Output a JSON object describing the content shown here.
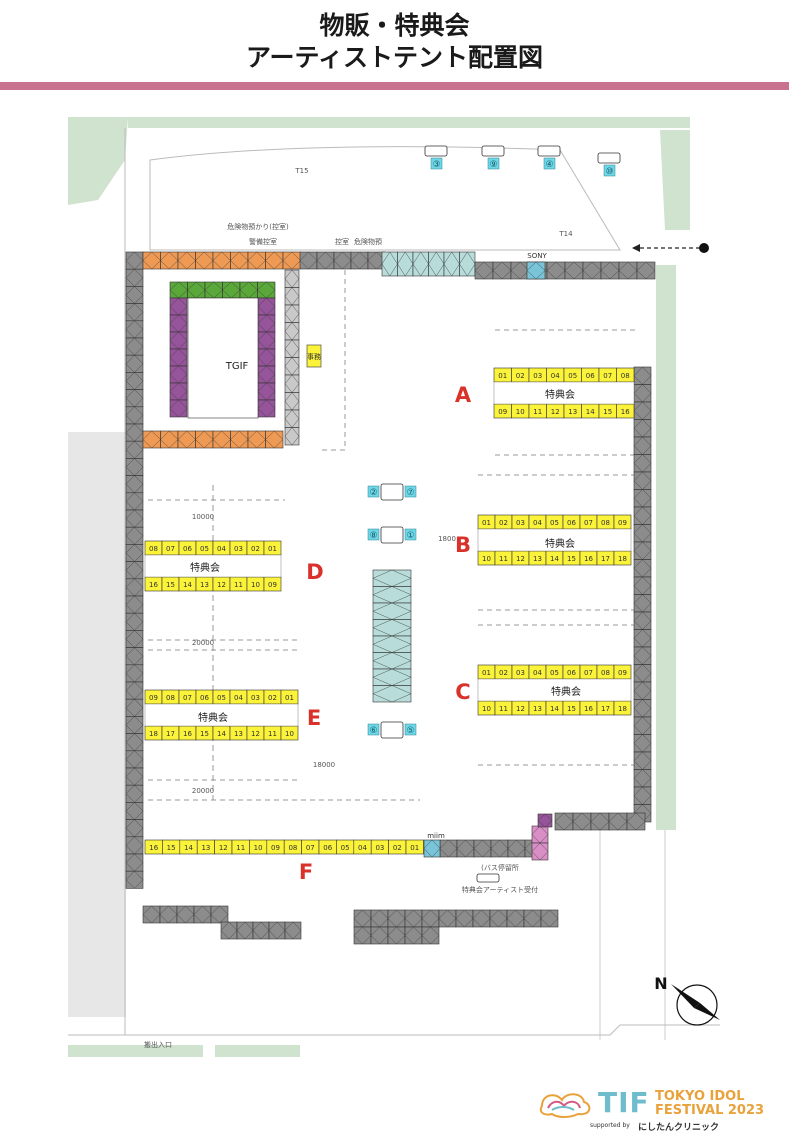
{
  "header": {
    "title_line1": "物販・特典会",
    "title_line2": "アーティストテント配置図"
  },
  "colors": {
    "accent_rule": "#c9728f",
    "booth_yellow": "#fbf23a",
    "tent_gray": "#8c8c8c",
    "tent_orange": "#ee9a55",
    "tent_green": "#5aa83a",
    "tent_purple": "#96549a",
    "tent_teal": "#b7dcd9",
    "area_label_red": "#d8322b",
    "grass": "#cfe3cf"
  },
  "map": {
    "venue_label": "TGIF",
    "top_labels": {
      "guard": "警備控室",
      "control": "控室",
      "hazard": "危険物預",
      "hazard_store": "危険物預かり(控室)"
    },
    "sony_label": "SONY",
    "miim_label": "miim",
    "vertical_tent_label": "事務",
    "bus_label": "(バス停留所",
    "bus_sub": "特典会アーティスト受付",
    "exit_label": "搬出入口",
    "compass": "N",
    "dims": {
      "d1": "10000",
      "d2": "20000",
      "d3": "18000",
      "d4": "20000",
      "d5": "1800"
    },
    "tower_labels": {
      "t15": "T15",
      "t14": "T14"
    },
    "cars": [
      "③",
      "⑨",
      "④",
      "⑩"
    ],
    "center_cars": [
      {
        "left": "②",
        "right": "⑦"
      },
      {
        "left": "⑧",
        "right": "①"
      },
      {
        "left": "⑥",
        "right": "⑤"
      }
    ],
    "areas": {
      "A": {
        "label": "A",
        "center": "特典会",
        "top": [
          "01",
          "02",
          "03",
          "04",
          "05",
          "06",
          "07",
          "08"
        ],
        "bottom": [
          "09",
          "10",
          "11",
          "12",
          "13",
          "14",
          "15",
          "16"
        ]
      },
      "B": {
        "label": "B",
        "center": "特典会",
        "top": [
          "01",
          "02",
          "03",
          "04",
          "05",
          "06",
          "07",
          "08",
          "09"
        ],
        "bottom": [
          "10",
          "11",
          "12",
          "13",
          "14",
          "15",
          "16",
          "17",
          "18"
        ]
      },
      "C": {
        "label": "C",
        "center": "特典会",
        "top": [
          "01",
          "02",
          "03",
          "04",
          "05",
          "06",
          "07",
          "08",
          "09"
        ],
        "bottom": [
          "10",
          "11",
          "12",
          "13",
          "14",
          "15",
          "16",
          "17",
          "18"
        ]
      },
      "D": {
        "label": "D",
        "center": "特典会",
        "top": [
          "08",
          "07",
          "06",
          "05",
          "04",
          "03",
          "02",
          "01"
        ],
        "bottom": [
          "16",
          "15",
          "14",
          "13",
          "12",
          "11",
          "10",
          "09"
        ]
      },
      "E": {
        "label": "E",
        "center": "特典会",
        "top": [
          "09",
          "08",
          "07",
          "06",
          "05",
          "04",
          "03",
          "02",
          "01"
        ],
        "bottom": [
          "18",
          "17",
          "16",
          "15",
          "14",
          "13",
          "12",
          "11",
          "10"
        ]
      },
      "F": {
        "label": "F",
        "row": [
          "16",
          "15",
          "14",
          "13",
          "12",
          "11",
          "10",
          "09",
          "08",
          "07",
          "06",
          "05",
          "04",
          "03",
          "02",
          "01"
        ]
      }
    }
  },
  "logo": {
    "tif": "TIF",
    "festival_line1": "TOKYO IDOL",
    "festival_line2": "FESTIVAL 2023",
    "supported": "supported by",
    "sponsor": "にしたんクリニック"
  }
}
